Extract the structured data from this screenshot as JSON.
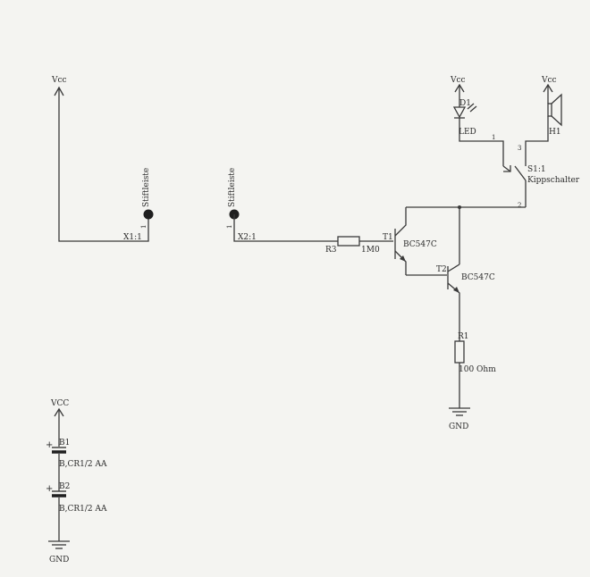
{
  "schematic": {
    "power": {
      "vcc1": "Vcc",
      "vcc2": "Vcc",
      "vcc3": "Vcc",
      "vcc_battery": "VCC",
      "gnd1": "GND",
      "gnd2": "GND"
    },
    "x1": {
      "name": "X1:1",
      "label": "Stiftleiste",
      "pin": "1"
    },
    "x2": {
      "name": "X2:1",
      "label": "Stiftleiste",
      "pin": "1"
    },
    "r3": {
      "name": "R3",
      "value": "1M0"
    },
    "t1": {
      "name": "T1",
      "value": "BC547C"
    },
    "t2": {
      "name": "T2",
      "value": "BC547C"
    },
    "r1": {
      "name": "R1",
      "value": "100 Ohm"
    },
    "d1": {
      "name": "D1",
      "value": "LED"
    },
    "s1": {
      "name": "S1:1",
      "value": "Kippschalter",
      "pin1": "1",
      "pin2": "2",
      "pin3": "3"
    },
    "h1": {
      "name": "H1"
    },
    "b1": {
      "name": "B1",
      "value": "B,CR1/2 AA",
      "plus": "+"
    },
    "b2": {
      "name": "B2",
      "value": "B,CR1/2 AA",
      "plus": "+"
    }
  }
}
